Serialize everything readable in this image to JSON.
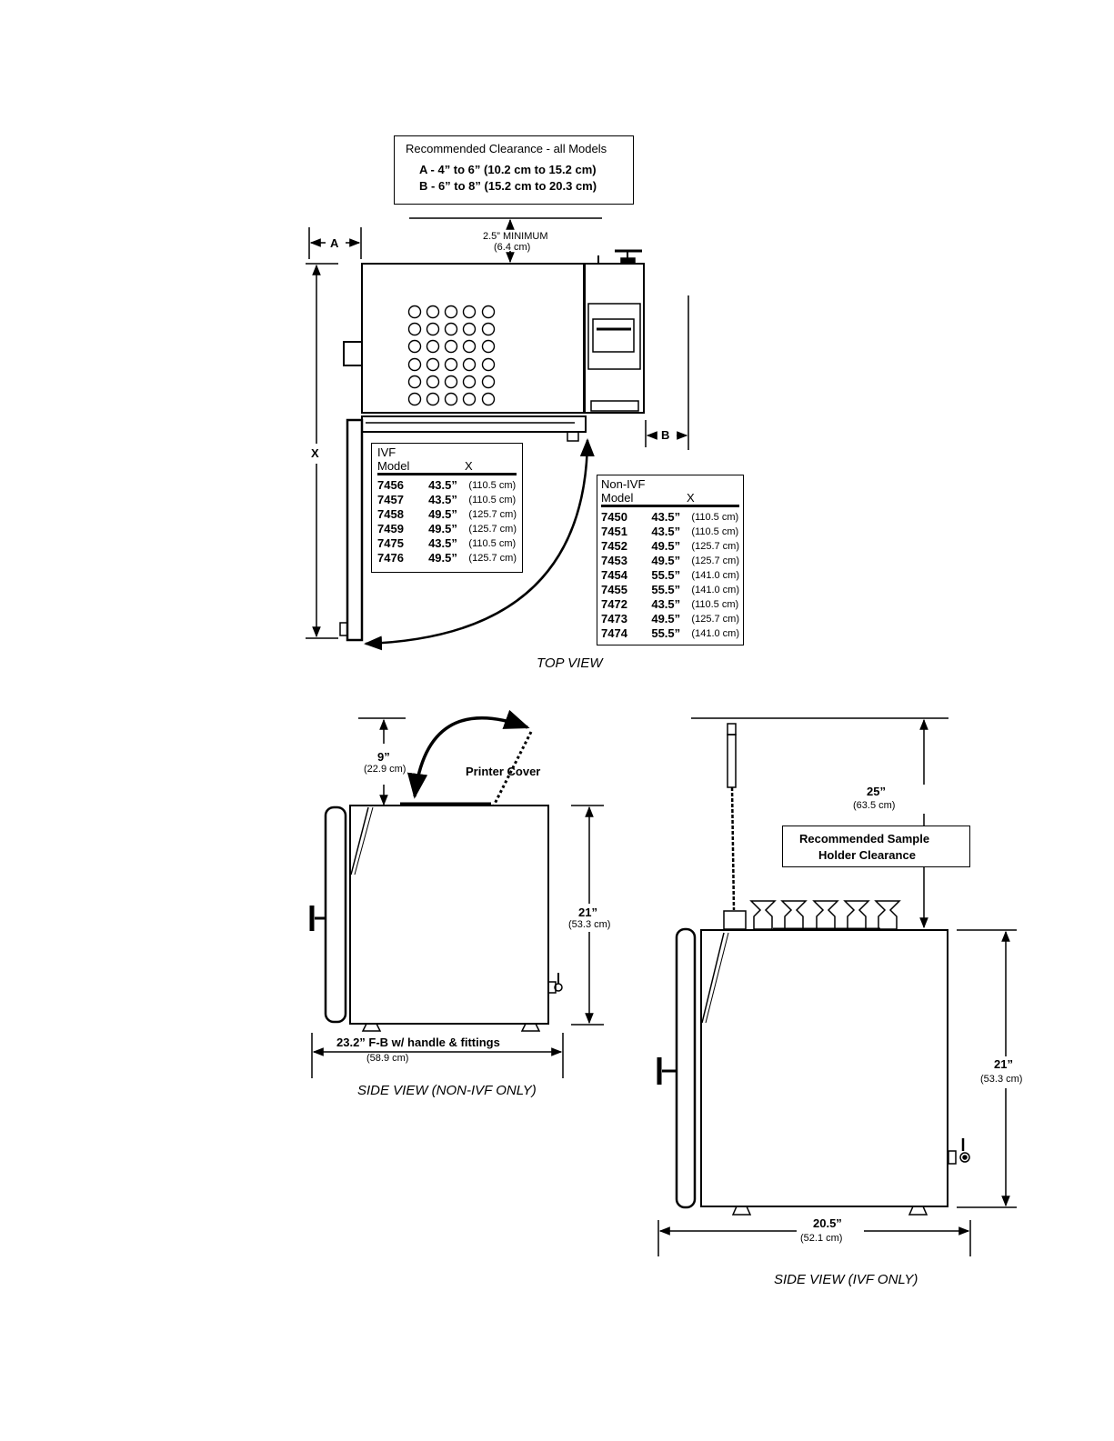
{
  "clearance_box": {
    "title": "Recommended Clearance - all Models",
    "line_a": "A - 4” to 6” (10.2 cm to 15.2 cm)",
    "line_b": "B - 6” to 8” (15.2 cm to 20.3 cm)"
  },
  "top_view": {
    "caption": "TOP VIEW",
    "label_a": "A",
    "label_b": "B",
    "label_x": "X",
    "min_clearance": "2.5” MINIMUM",
    "min_clearance_cm": "(6.4 cm)"
  },
  "ivf_table": {
    "title": "IVF",
    "col_model": "Model",
    "col_x": "X",
    "rows": [
      {
        "model": "7456",
        "x": "43.5”",
        "cm": "(110.5 cm)"
      },
      {
        "model": "7457",
        "x": "43.5”",
        "cm": "(110.5 cm)"
      },
      {
        "model": "7458",
        "x": "49.5”",
        "cm": "(125.7 cm)"
      },
      {
        "model": "7459",
        "x": "49.5”",
        "cm": "(125.7 cm)"
      },
      {
        "model": "7475",
        "x": "43.5”",
        "cm": "(110.5 cm)"
      },
      {
        "model": "7476",
        "x": "49.5”",
        "cm": "(125.7 cm)"
      }
    ]
  },
  "non_ivf_table": {
    "title": "Non-IVF",
    "col_model": "Model",
    "col_x": "X",
    "rows": [
      {
        "model": "7450",
        "x": "43.5”",
        "cm": "(110.5 cm)"
      },
      {
        "model": "7451",
        "x": "43.5”",
        "cm": "(110.5 cm)"
      },
      {
        "model": "7452",
        "x": "49.5”",
        "cm": "(125.7 cm)"
      },
      {
        "model": "7453",
        "x": "49.5”",
        "cm": "(125.7 cm)"
      },
      {
        "model": "7454",
        "x": "55.5”",
        "cm": "(141.0 cm)"
      },
      {
        "model": "7455",
        "x": "55.5”",
        "cm": "(141.0 cm)"
      },
      {
        "model": "7472",
        "x": "43.5”",
        "cm": "(110.5 cm)"
      },
      {
        "model": "7473",
        "x": "49.5”",
        "cm": "(125.7 cm)"
      },
      {
        "model": "7474",
        "x": "55.5”",
        "cm": "(141.0 cm)"
      }
    ]
  },
  "side_non_ivf": {
    "caption": "SIDE VIEW (NON-IVF ONLY)",
    "top_dim": "9”",
    "top_dim_cm": "(22.9 cm)",
    "printer_cover": "Printer Cover",
    "height_dim": "21”",
    "height_dim_cm": "(53.3 cm)",
    "depth_dim": "23.2” F-B w/ handle & fittings",
    "depth_dim_cm": "(58.9 cm)"
  },
  "side_ivf": {
    "caption": "SIDE VIEW (IVF ONLY)",
    "top_dim": "25”",
    "top_dim_cm": "(63.5 cm)",
    "sample_box_line1": "Recommended Sample",
    "sample_box_line2": "Holder Clearance",
    "height_dim": "21”",
    "height_dim_cm": "(53.3 cm)",
    "depth_dim": "20.5”",
    "depth_dim_cm": "(52.1 cm)"
  }
}
